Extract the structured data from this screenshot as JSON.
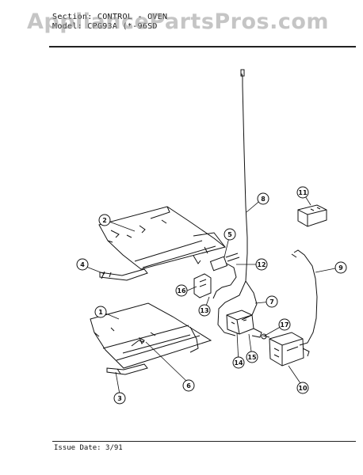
{
  "header": {
    "section": "Section: CONTROL - OVEN",
    "model": "Model: CPG93A (*-96SD"
  },
  "watermark": "AppliancePartsPros.com",
  "footer": {
    "issue_date": "Issue Date: 3/91"
  },
  "callouts": [
    "1",
    "2",
    "3",
    "4",
    "5",
    "6",
    "7",
    "8",
    "9",
    "10",
    "11",
    "12",
    "13",
    "14",
    "15",
    "16",
    "17"
  ]
}
